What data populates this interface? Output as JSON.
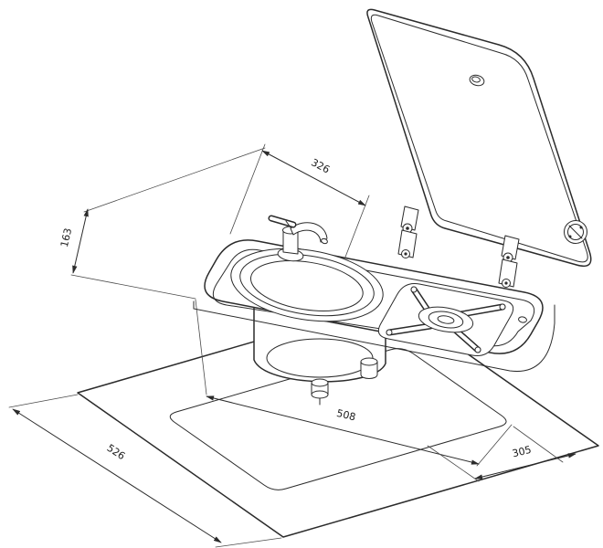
{
  "drawing": {
    "kind": "isometric technical drawing",
    "subject": "combination sink and gas hob unit with glass lid and worktop cutout"
  },
  "colors": {
    "ink": "#2b2b2b",
    "background": "#ffffff"
  },
  "dimensions": {
    "d326": "326",
    "d163": "163",
    "d526": "526",
    "d508": "508",
    "d305": "305"
  }
}
